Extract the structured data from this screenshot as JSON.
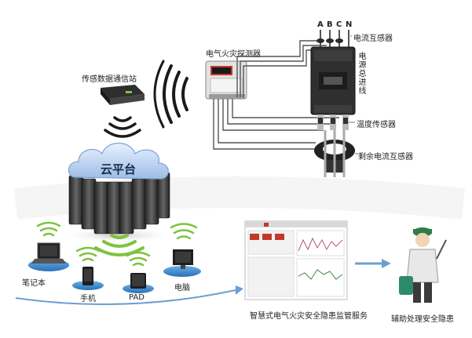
{
  "labels": {
    "detector": "电气火灾探测器",
    "station": "传感数据通信站",
    "cloud": "云平台",
    "phase_a": "A",
    "phase_b": "B",
    "phase_c": "C",
    "phase_n": "N",
    "ct": "电流互感器",
    "breaker": "电源总进线",
    "temp": "温度传感器",
    "residual": "剩余电流互感器",
    "laptop": "笔记本",
    "phone": "手机",
    "pad": "PAD",
    "pc": "电脑",
    "service": "智慧式电气火灾安全隐患监管服务",
    "assist": "辅助处理安全隐患"
  },
  "colors": {
    "wifi_green": "#7ec242",
    "arrow_blue": "#6a9fd1",
    "wire": "#555555"
  }
}
